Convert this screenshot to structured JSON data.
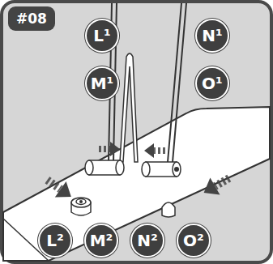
{
  "diagram": {
    "nodes": [
      {
        "text": [
          "#08"
        ]
      },
      {
        "text": [
          "L¹"
        ]
      },
      {
        "text": [
          "N¹"
        ]
      },
      {
        "text": [
          "M¹"
        ]
      },
      {
        "text": [
          "O¹"
        ]
      },
      {
        "text": [
          "L²"
        ]
      },
      {
        "text": [
          "M²"
        ]
      },
      {
        "text": [
          "N²"
        ]
      },
      {
        "text": [
          "O²"
        ]
      }
    ]
  }
}
